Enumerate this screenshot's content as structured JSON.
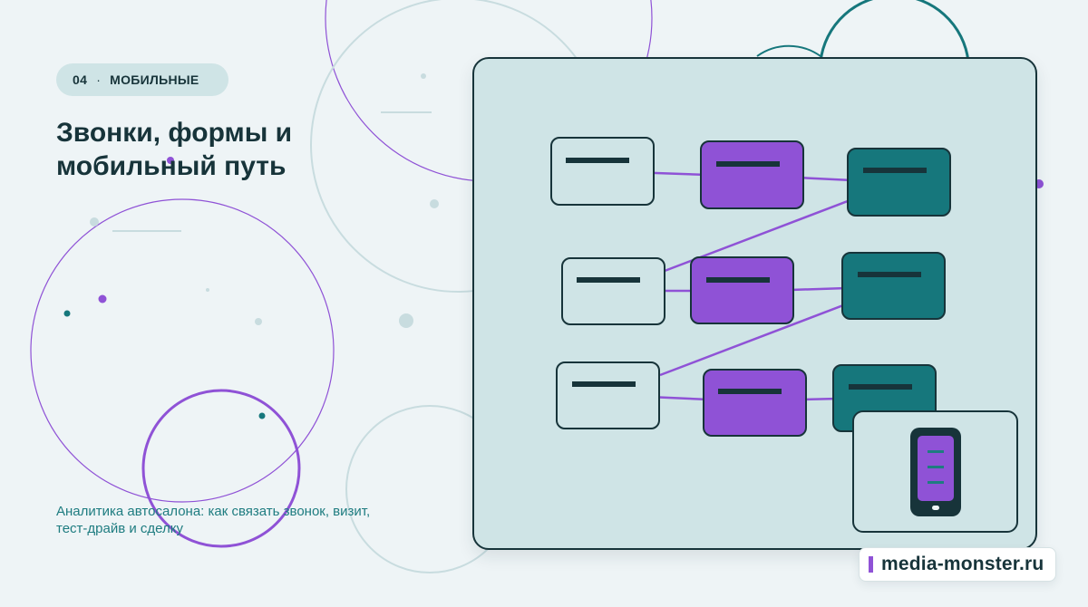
{
  "tag": {
    "number": "04",
    "separator": "·",
    "label": "МОБИЛЬНЫЕ"
  },
  "title": "Звонки, формы и мобильный путь",
  "subtitle": "Аналитика автосалона: как связать звонок, визит, тест-драйв и сделку",
  "brand": {
    "site": "media-monster.ru"
  },
  "colors": {
    "background": "#eef4f6",
    "panel": "#cfe4e6",
    "dark": "#17343a",
    "purple": "#8f52d6",
    "teal": "#16777c",
    "accent_text": "#1e7c80"
  },
  "icons": {
    "phone": "smartphone-icon"
  }
}
